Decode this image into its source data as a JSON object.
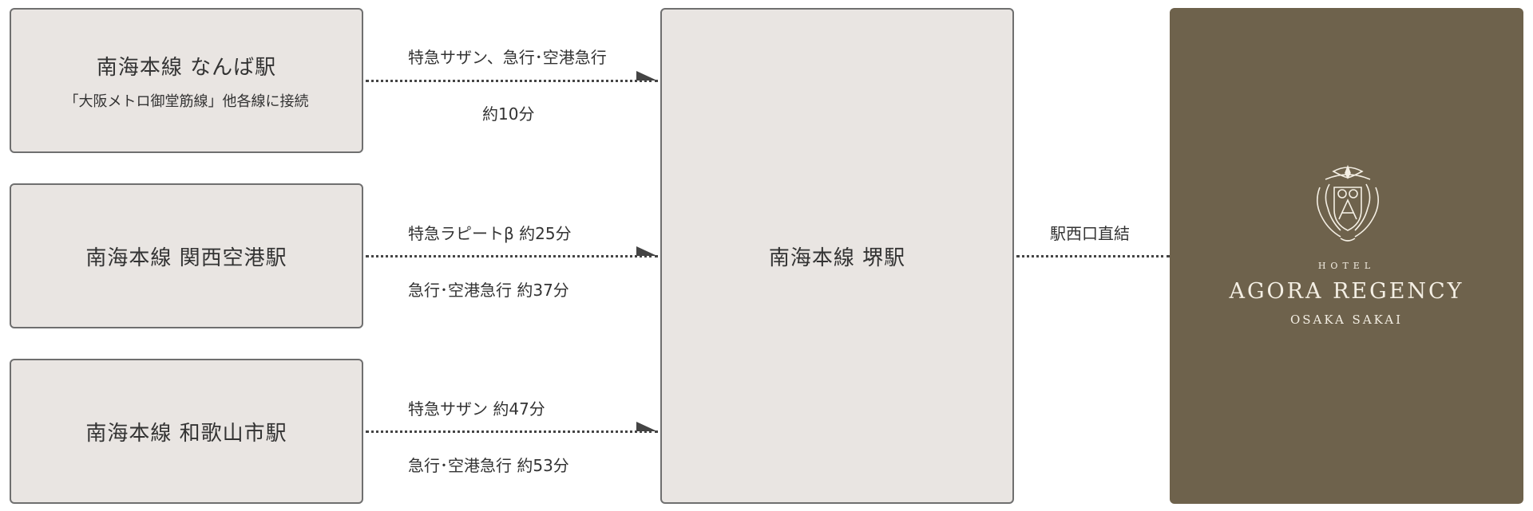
{
  "origins": [
    {
      "title": "南海本線 なんば駅",
      "subtitle": "「大阪メトロ御堂筋線」他各線に接続"
    },
    {
      "title": "南海本線 関西空港駅",
      "subtitle": ""
    },
    {
      "title": "南海本線 和歌山市駅",
      "subtitle": ""
    }
  ],
  "routes": [
    {
      "top_label": "特急サザン、急行･空港急行",
      "bottom_label": "約10分"
    },
    {
      "top_label": "特急ラピートβ 約25分",
      "bottom_label": "急行･空港急行 約37分"
    },
    {
      "top_label": "特急サザン 約47分",
      "bottom_label": "急行･空港急行 約53分"
    }
  ],
  "hub": {
    "title": "南海本線 堺駅"
  },
  "direct": {
    "label": "駅西口直結"
  },
  "hotel": {
    "line1": "HOTEL",
    "line2": "AGORA REGENCY",
    "line3": "OSAKA SAKAI",
    "logo_icon": "hotel-crest-icon",
    "bg_color": "#6e624c"
  },
  "colors": {
    "box_bg": "#e9e5e2",
    "box_border": "#6f6f6f",
    "text": "#333333"
  }
}
